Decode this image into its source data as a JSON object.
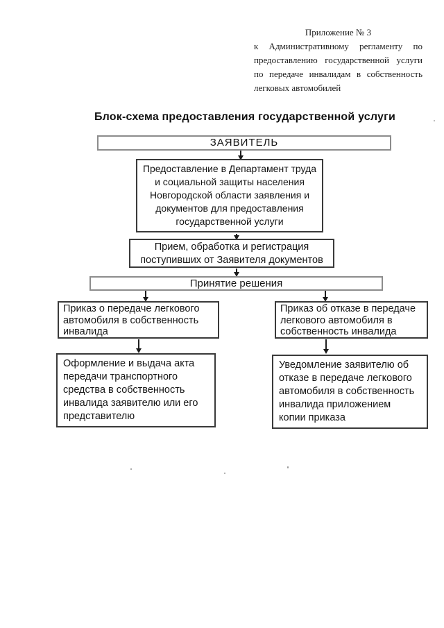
{
  "header": {
    "appendix": "Приложение № 3",
    "reference_lines": [
      "к  Административному  регламенту  по",
      "предоставлению государственной услуги",
      "по передаче инвалидам в собственность",
      "легковых автомобилей"
    ]
  },
  "title": "Блок-схема предоставления государственной услуги",
  "flowchart": {
    "nodes": {
      "applicant": "ЗАЯВИТЕЛЬ",
      "submission": "Предоставление в Департамент труда\nи социальной защиты населения\nНовгородской области заявления и\nдокументов для предоставления\nгосударственной услуги",
      "processing": "Прием, обработка и регистрация\nпоступивших от Заявителя документов",
      "decision": "Принятие решения",
      "order_transfer": "Приказ о передаче легкового\nавтомобиля в собственность\nинвалида",
      "order_refusal": "Приказ об отказе в передаче\nлегкового автомобиля в\nсобственность инвалида",
      "act_issue": "Оформление и выдача акта\nпередачи транспортного\nсредства в собственность\nинвалида заявителю или его\nпредставителю",
      "refusal_notice": "Уведомление заявителю об\nотказе в передаче легкового\nавтомобиля в собственность\nинвалида приложением\nкопии приказа"
    }
  },
  "colors": {
    "paper": "#ffffff",
    "ink": "#1a1a1a",
    "box_border": "#3a3a3a",
    "wide_box_border": "#8c8c8c"
  }
}
